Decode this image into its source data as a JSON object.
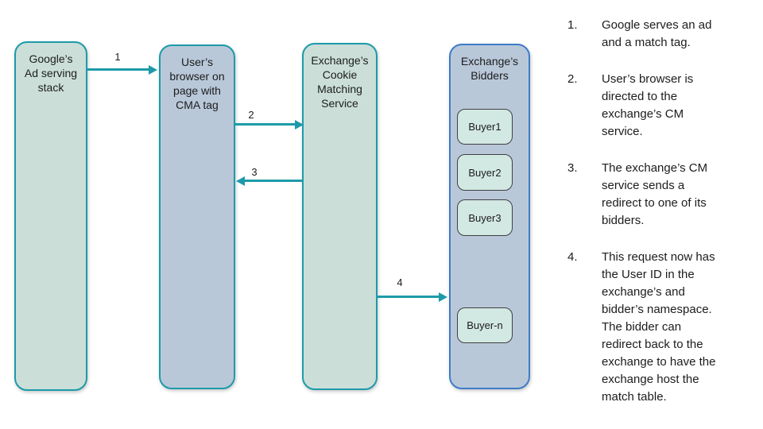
{
  "diagram": {
    "nodes": [
      {
        "id": "google-stack",
        "label": "Google’s\nAd serving\nstack",
        "fill": "#cbdfd8",
        "border": "#1d9aaa"
      },
      {
        "id": "user-browser",
        "label": "User’s\nbrowser on\npage with\nCMA tag",
        "fill": "#b9c8d9",
        "border": "#1d9aaa"
      },
      {
        "id": "cm-service",
        "label": "Exchange’s\nCookie\nMatching\nService",
        "fill": "#cbdfd8",
        "border": "#1d9aaa"
      },
      {
        "id": "bidders",
        "label": "Exchange’s\nBidders",
        "fill": "#b9c8d9",
        "border": "#3e7cc7"
      }
    ],
    "buyers": [
      "Buyer1",
      "Buyer2",
      "Buyer3",
      "Buyer-n"
    ],
    "arrows": [
      {
        "label": "1",
        "from": "google-stack",
        "to": "user-browser",
        "direction": "right"
      },
      {
        "label": "2",
        "from": "user-browser",
        "to": "cm-service",
        "direction": "right"
      },
      {
        "label": "3",
        "from": "cm-service",
        "to": "user-browser",
        "direction": "left"
      },
      {
        "label": "4",
        "from": "cm-service",
        "to": "bidders",
        "direction": "right"
      }
    ],
    "colors": {
      "arrow": "#1d9aaa",
      "node_green_fill": "#cbdfd8",
      "node_blue_fill": "#b9c8d9",
      "teal_border": "#1d9aaa",
      "blue_border": "#3e7cc7",
      "buyer_fill": "#d2e8e3",
      "buyer_border": "#404040",
      "text": "#1c1c1c"
    }
  },
  "notes": {
    "items": [
      {
        "number": "1.",
        "text": "Google serves an ad\nand a match tag."
      },
      {
        "number": "2.",
        "text": "User’s browser is\ndirected to the\nexchange’s CM\nservice."
      },
      {
        "number": "3.",
        "text": "The exchange’s CM\nservice sends a\nredirect to one of its\nbidders."
      },
      {
        "number": "4.",
        "text": "This request now has\nthe User ID in the\nexchange’s and\nbidder’s namespace.\nThe bidder can\nredirect back to the\nexchange to have the\nexchange host the\nmatch table."
      }
    ]
  }
}
